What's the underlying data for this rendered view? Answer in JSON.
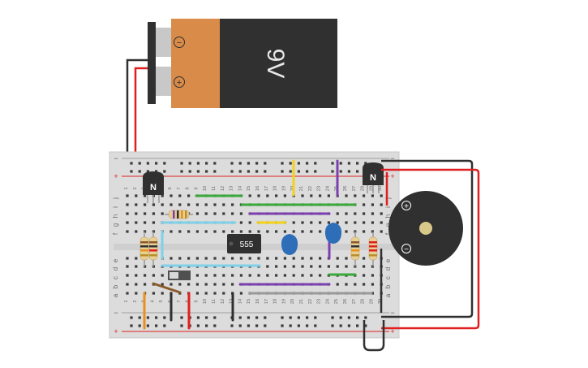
{
  "battery": {
    "label": "9V",
    "minus_symbol": "−",
    "plus_symbol": "+"
  },
  "breadboard": {
    "rail_minus": "−",
    "rail_plus": "+",
    "row_letters_top": [
      "j",
      "i",
      "h",
      "g",
      "f"
    ],
    "row_letters_bottom": [
      "e",
      "d",
      "c",
      "b",
      "a"
    ],
    "column_numbers": [
      "1",
      "2",
      "3",
      "4",
      "5",
      "6",
      "7",
      "8",
      "9",
      "10",
      "11",
      "12",
      "13",
      "14",
      "15",
      "16",
      "17",
      "18",
      "19",
      "20",
      "21",
      "22",
      "23",
      "24",
      "25",
      "26",
      "27",
      "28",
      "29",
      "30"
    ]
  },
  "transistor_left": {
    "label": "N"
  },
  "transistor_right": {
    "label": "N"
  },
  "ic": {
    "label": "555"
  },
  "buzzer": {
    "plus_symbol": "+",
    "minus_symbol": "−"
  },
  "colors": {
    "battery_body": "#303030",
    "battery_label": "#d98c4a",
    "board": "#dcdcdc",
    "rail_red": "#e02020",
    "wire_black": "#303030",
    "wire_green": "#3aa83a",
    "wire_purple": "#7b3fb0",
    "wire_yellow": "#f2d21a",
    "wire_cyan": "#7fd0e8",
    "wire_orange": "#e8901a",
    "wire_brown": "#8a5a2a",
    "wire_gray": "#9a9a9a",
    "capacitor": "#2e6db8"
  }
}
